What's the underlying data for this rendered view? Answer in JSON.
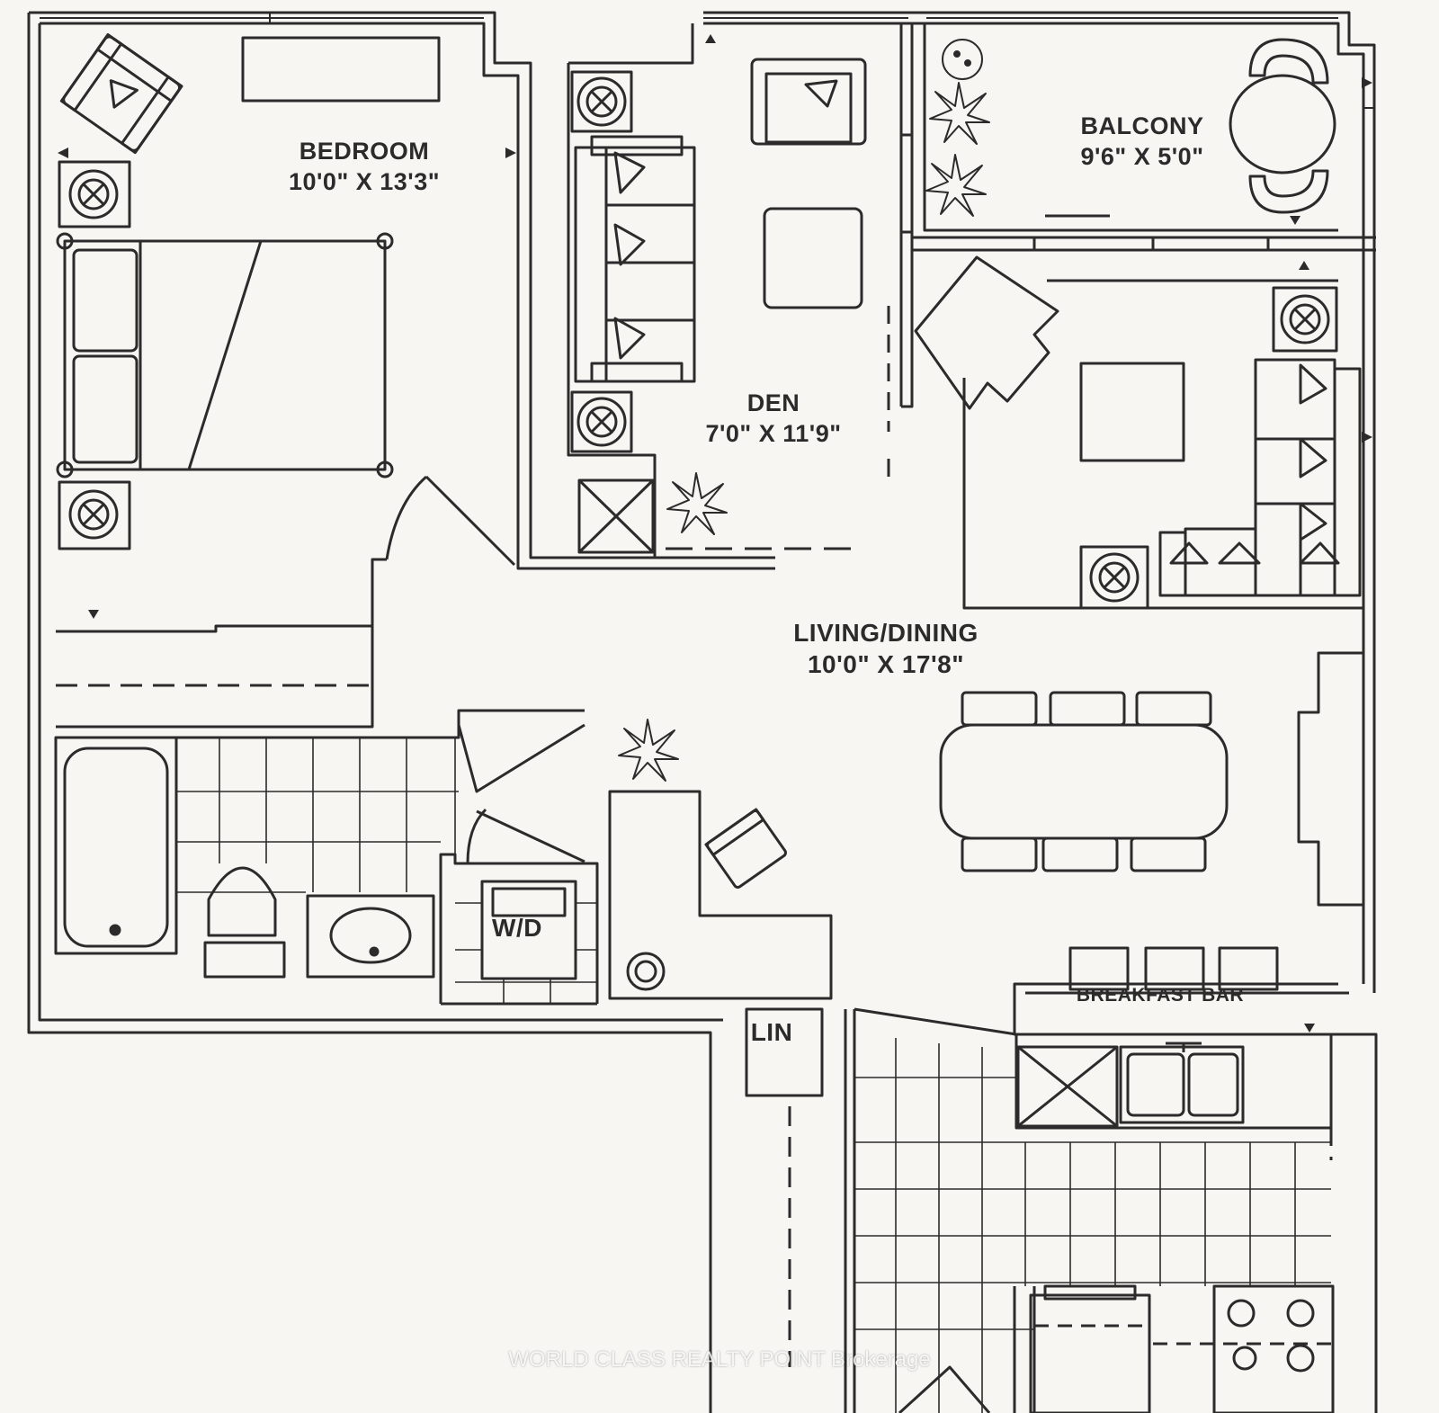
{
  "rooms": {
    "bedroom": {
      "name": "BEDROOM",
      "size": "10'0\" X 13'3\""
    },
    "den": {
      "name": "DEN",
      "size": "7'0\" X 11'9\""
    },
    "balcony": {
      "name": "BALCONY",
      "size": "9'6\" X 5'0\""
    },
    "living_dining": {
      "name": "LIVING/DINING",
      "size": "10'0\" X 17'8\""
    }
  },
  "fixtures": {
    "washer_dryer": "W/D",
    "linen": "LIN",
    "breakfast_bar": "BREAKFAST BAR"
  },
  "watermark": "WORLD CLASS REALTY POINT Brokerage",
  "colors": {
    "line": "#2b2b2b",
    "paper": "#f7f6f3"
  }
}
